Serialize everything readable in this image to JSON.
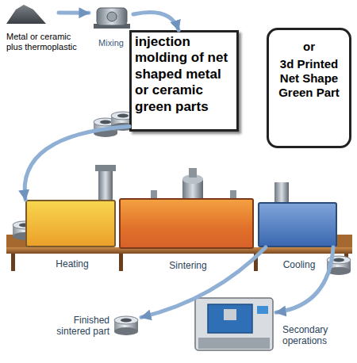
{
  "diagram": {
    "nodes": [
      {
        "text": [
          "Metal or ceramic plus thermoplastic"
        ]
      },
      {
        "text": [
          "Mixing"
        ]
      },
      {
        "text": [
          "injection molding of net shaped metal or ceramic green parts"
        ]
      },
      {
        "text": [
          "or",
          "3d Printed Net Shape Green Part"
        ]
      },
      {
        "text": [
          "Heating"
        ]
      },
      {
        "text": [
          "Sintering"
        ]
      },
      {
        "text": [
          "Cooling"
        ]
      },
      {
        "text": [
          "Secondary operations"
        ]
      },
      {
        "text": [
          "Finished sintered part"
        ]
      }
    ],
    "edges": [
      {
        "from": 0,
        "to": 1,
        "arrow": "to"
      },
      {
        "from": 1,
        "to": 2,
        "arrow": "to"
      },
      {
        "from": 2,
        "to": 4,
        "arrow": "to"
      },
      {
        "from": 6,
        "to": 7,
        "arrow": "to"
      },
      {
        "from": 6,
        "to": 8,
        "arrow": "to"
      }
    ]
  }
}
